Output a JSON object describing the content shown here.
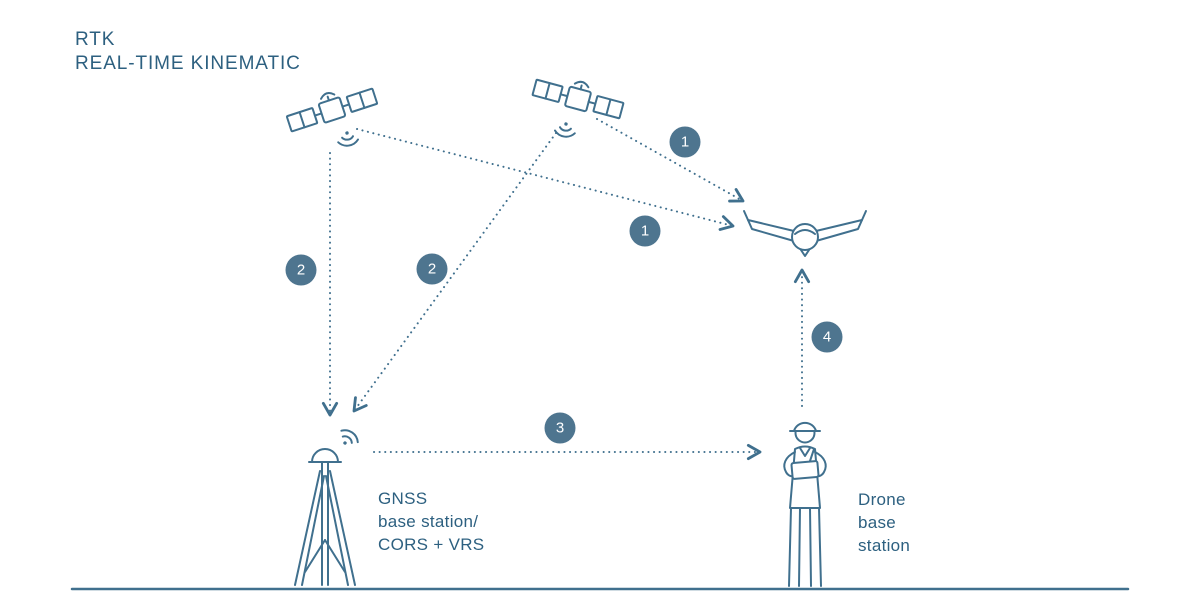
{
  "colors": {
    "background": "#ffffff",
    "line": "#40708e",
    "text": "#2d6080",
    "badge_bg": "#4e758f",
    "badge_text": "#ffffff"
  },
  "title": {
    "line1": "RTK",
    "line2": "REAL-TIME KINEMATIC"
  },
  "badges": [
    {
      "label": "1"
    },
    {
      "label": "1"
    },
    {
      "label": "2"
    },
    {
      "label": "2"
    },
    {
      "label": "3"
    },
    {
      "label": "4"
    }
  ],
  "labels": {
    "gnss_station": {
      "line1": "GNSS",
      "line2": "base station/",
      "line3": "CORS + VRS"
    },
    "drone_station": {
      "line1": "Drone",
      "line2": "base",
      "line3": "station"
    }
  },
  "icons": {
    "satellite_left": "satellite-icon",
    "satellite_right": "satellite-icon",
    "drone": "fixed-wing-drone-icon",
    "gnss_base": "gnss-base-station-tripod-icon",
    "operator": "drone-operator-icon",
    "signal_waves": "wifi-signal-icon"
  }
}
